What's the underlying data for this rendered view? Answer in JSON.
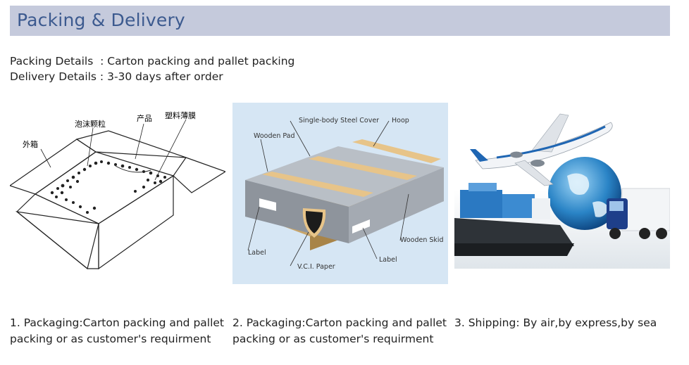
{
  "header": {
    "title": "Packing & Delivery"
  },
  "details": {
    "packing": "Packing Details  : Carton packing and pallet packing",
    "delivery": "Delivery Details : 3-30 days after order"
  },
  "image1": {
    "labels": {
      "outer_box": "外箱",
      "foam": "泡沫颗粒",
      "product": "产品",
      "film": "塑料薄膜"
    }
  },
  "image2": {
    "labels": {
      "steel_cover": "Single-body Steel Cover",
      "hoop": "Hoop",
      "wooden_pad": "Wooden Pad",
      "label_left": "Label",
      "vci_paper": "V.C.I. Paper",
      "label_right": "Label",
      "wooden_skid": "Wooden Skid"
    }
  },
  "captions": {
    "c1": "1. Packaging:Carton packing and pallet packing or as customer's requirment",
    "c2": "2.  Packaging:Carton packing and pallet packing or as customer's requirment",
    "c3": "3. Shipping: By air,by express,by sea"
  }
}
